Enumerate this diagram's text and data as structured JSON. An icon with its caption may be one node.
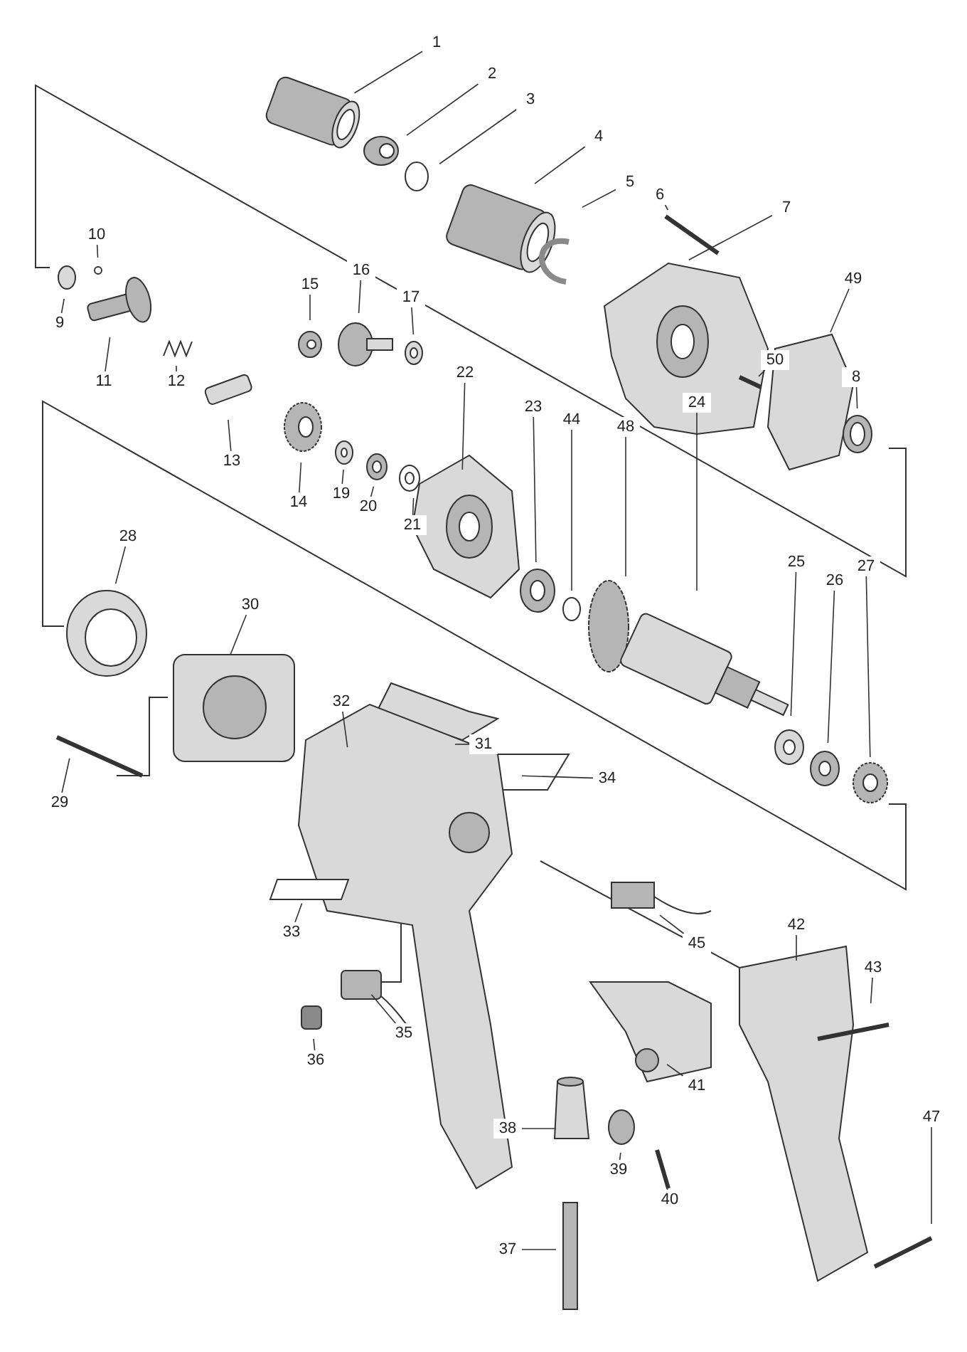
{
  "diagram": {
    "nodes": [
      {
        "text": [
          "1"
        ]
      },
      {
        "text": [
          "2"
        ]
      },
      {
        "text": [
          "3"
        ]
      },
      {
        "text": [
          "4"
        ]
      },
      {
        "text": [
          "5"
        ]
      },
      {
        "text": [
          "6"
        ]
      },
      {
        "text": [
          "7"
        ]
      },
      {
        "text": [
          "8"
        ]
      },
      {
        "text": [
          "9"
        ]
      },
      {
        "text": [
          "10"
        ]
      },
      {
        "text": [
          "11"
        ]
      },
      {
        "text": [
          "12"
        ]
      },
      {
        "text": [
          "13"
        ]
      },
      {
        "text": [
          "14"
        ]
      },
      {
        "text": [
          "15"
        ]
      },
      {
        "text": [
          "16"
        ]
      },
      {
        "text": [
          "17"
        ]
      },
      {
        "text": [
          "19"
        ]
      },
      {
        "text": [
          "20"
        ]
      },
      {
        "text": [
          "21"
        ]
      },
      {
        "text": [
          "22"
        ]
      },
      {
        "text": [
          "23"
        ]
      },
      {
        "text": [
          "24"
        ]
      },
      {
        "text": [
          "25"
        ]
      },
      {
        "text": [
          "26"
        ]
      },
      {
        "text": [
          "27"
        ]
      },
      {
        "text": [
          "28"
        ]
      },
      {
        "text": [
          "29"
        ]
      },
      {
        "text": [
          "30"
        ]
      },
      {
        "text": [
          "31"
        ]
      },
      {
        "text": [
          "32"
        ]
      },
      {
        "text": [
          "33"
        ]
      },
      {
        "text": [
          "34"
        ]
      },
      {
        "text": [
          "35"
        ]
      },
      {
        "text": [
          "36"
        ]
      },
      {
        "text": [
          "37"
        ]
      },
      {
        "text": [
          "38"
        ]
      },
      {
        "text": [
          "39"
        ]
      },
      {
        "text": [
          "40"
        ]
      },
      {
        "text": [
          "41"
        ]
      },
      {
        "text": [
          "42"
        ]
      },
      {
        "text": [
          "43"
        ]
      },
      {
        "text": [
          "44"
        ]
      },
      {
        "text": [
          "45"
        ]
      },
      {
        "text": [
          "47"
        ]
      },
      {
        "text": [
          "48"
        ]
      },
      {
        "text": [
          "49"
        ]
      },
      {
        "text": [
          "50"
        ]
      }
    ],
    "edges": [
      {
        "from": 0,
        "to": null,
        "arrow": "none"
      },
      {
        "from": 1,
        "to": null,
        "arrow": "none"
      },
      {
        "from": 2,
        "to": null,
        "arrow": "none"
      },
      {
        "from": 3,
        "to": null,
        "arrow": "none"
      },
      {
        "from": 4,
        "to": null,
        "arrow": "none"
      },
      {
        "from": 5,
        "to": null,
        "arrow": "none"
      },
      {
        "from": 6,
        "to": null,
        "arrow": "none"
      },
      {
        "from": 7,
        "to": null,
        "arrow": "none"
      },
      {
        "from": 8,
        "to": null,
        "arrow": "none"
      },
      {
        "from": 9,
        "to": null,
        "arrow": "none"
      },
      {
        "from": 10,
        "to": null,
        "arrow": "none"
      },
      {
        "from": 11,
        "to": null,
        "arrow": "none"
      },
      {
        "from": 12,
        "to": null,
        "arrow": "none"
      },
      {
        "from": 13,
        "to": null,
        "arrow": "none"
      },
      {
        "from": 14,
        "to": null,
        "arrow": "none"
      },
      {
        "from": 15,
        "to": null,
        "arrow": "none"
      },
      {
        "from": 16,
        "to": null,
        "arrow": "none"
      },
      {
        "from": 17,
        "to": null,
        "arrow": "none"
      },
      {
        "from": 18,
        "to": null,
        "arrow": "none"
      },
      {
        "from": 19,
        "to": null,
        "arrow": "none"
      },
      {
        "from": 20,
        "to": null,
        "arrow": "none"
      },
      {
        "from": 21,
        "to": null,
        "arrow": "none"
      },
      {
        "from": 22,
        "to": null,
        "arrow": "none"
      },
      {
        "from": 23,
        "to": null,
        "arrow": "none"
      },
      {
        "from": 24,
        "to": null,
        "arrow": "none"
      },
      {
        "from": 25,
        "to": null,
        "arrow": "none"
      },
      {
        "from": 26,
        "to": null,
        "arrow": "none"
      },
      {
        "from": 27,
        "to": null,
        "arrow": "none"
      },
      {
        "from": 28,
        "to": null,
        "arrow": "none"
      },
      {
        "from": 29,
        "to": null,
        "arrow": "none"
      },
      {
        "from": 30,
        "to": null,
        "arrow": "none"
      },
      {
        "from": 31,
        "to": null,
        "arrow": "none"
      },
      {
        "from": 32,
        "to": null,
        "arrow": "none"
      },
      {
        "from": 33,
        "to": null,
        "arrow": "none"
      },
      {
        "from": 34,
        "to": null,
        "arrow": "none"
      },
      {
        "from": 35,
        "to": null,
        "arrow": "none"
      },
      {
        "from": 36,
        "to": null,
        "arrow": "none"
      },
      {
        "from": 37,
        "to": null,
        "arrow": "none"
      },
      {
        "from": 38,
        "to": null,
        "arrow": "none"
      },
      {
        "from": 39,
        "to": null,
        "arrow": "none"
      },
      {
        "from": 40,
        "to": null,
        "arrow": "none"
      },
      {
        "from": 41,
        "to": null,
        "arrow": "none"
      },
      {
        "from": 42,
        "to": null,
        "arrow": "none"
      },
      {
        "from": 43,
        "to": null,
        "arrow": "none"
      },
      {
        "from": 44,
        "to": null,
        "arrow": "none"
      },
      {
        "from": 45,
        "to": null,
        "arrow": "none"
      },
      {
        "from": 46,
        "to": null,
        "arrow": "none"
      },
      {
        "from": 47,
        "to": null,
        "arrow": "none"
      }
    ]
  }
}
